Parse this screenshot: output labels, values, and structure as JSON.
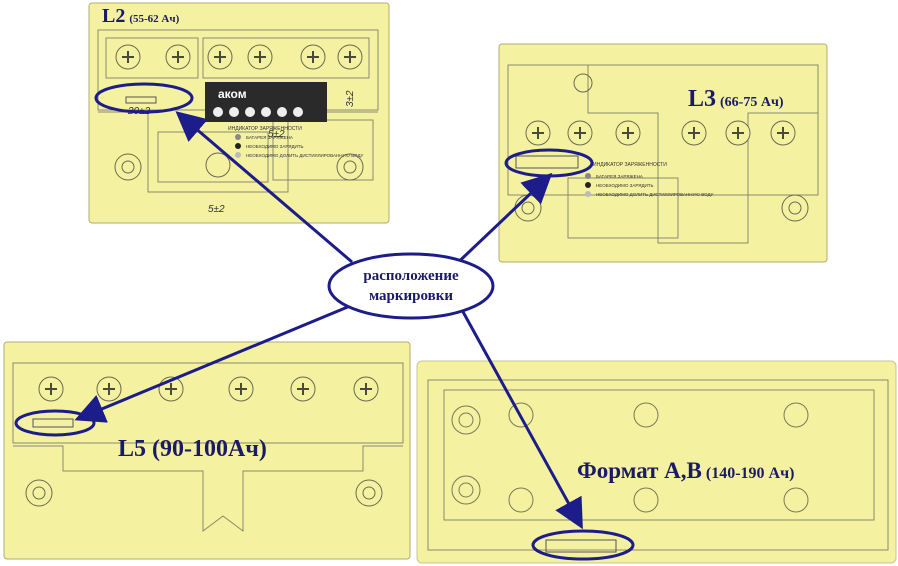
{
  "panels": {
    "l2": {
      "name": "L2",
      "range": "(55-62 Ач)",
      "brand": "аком",
      "dim_bottom": "20±2",
      "dim_side": "5±2",
      "dim_right": "3±2",
      "dim_low": "5±2",
      "indicator_title": "ИНДИКАТОР ЗАРЯЖЕННОСТИ",
      "indicator_lines": [
        "БАТАРЕЯ ЗАРЯЖЕНА",
        "НЕОБХОДИМО ЗАРЯДИТЬ",
        "НЕОБХОДИМО ДОЛИТЬ ДИСТИЛЛИРОВАННУЮ ВОДУ"
      ]
    },
    "l3": {
      "name": "L3",
      "range": "(66-75 Ач)",
      "indicator_title": "ИНДИКАТОР ЗАРЯЖЕННОСТИ",
      "indicator_lines": [
        "БАТАРЕЯ ЗАРЯЖЕНА",
        "НЕОБХОДИМО ЗАРЯДИТЬ",
        "НЕОБХОДИМО ДОЛИТЬ ДИСТИЛЛИРОВАННУЮ ВОДУ"
      ]
    },
    "l5": {
      "name": "L5",
      "range": "(90-100Ач)"
    },
    "ab": {
      "name": "Формат А,В",
      "range": "(140-190 Ач)"
    }
  },
  "center_label": {
    "line1": "расположение",
    "line2": "маркировки"
  },
  "colors": {
    "panel_fill": "#f4f1a0",
    "line": "#8a8a70",
    "accent": "#1c1c8a",
    "label": "#1a1a66"
  }
}
